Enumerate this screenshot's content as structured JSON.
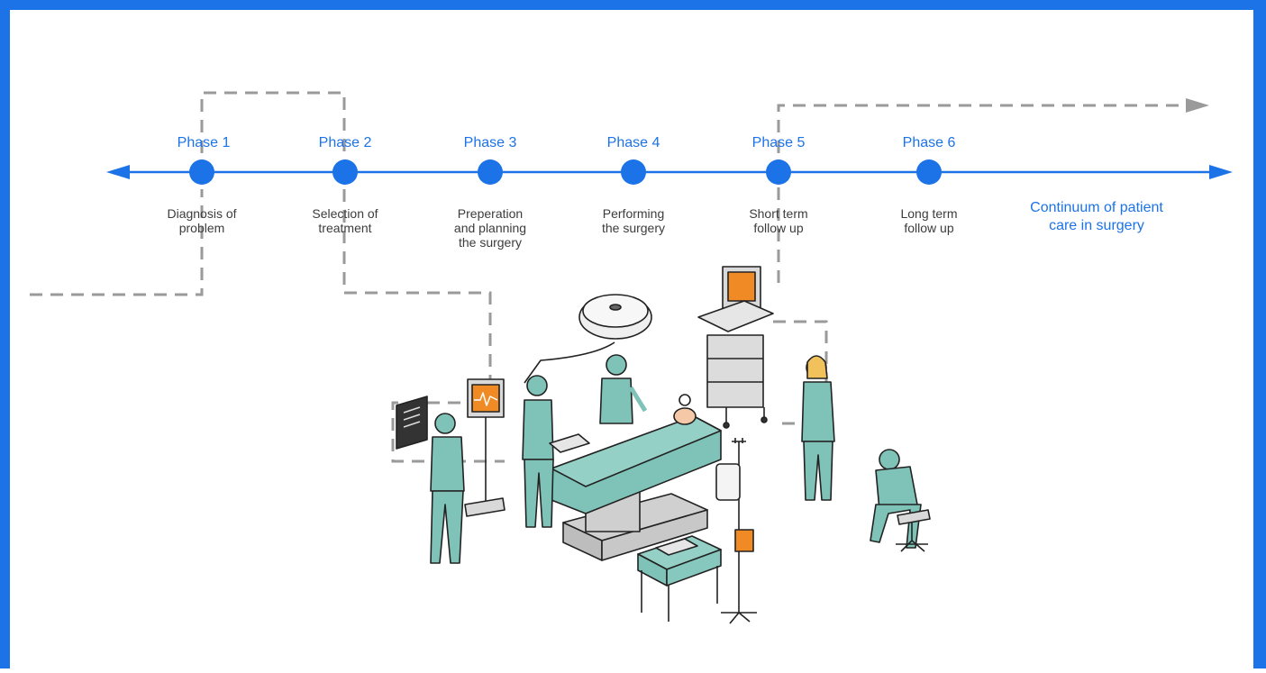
{
  "diagram": {
    "accent_color": "#1c73e8",
    "connector_color": "#9a9a9a",
    "scrub_color": "#7fc3b8",
    "highlight_color": "#f08a24",
    "phases": [
      {
        "label": "Phase 1",
        "description": "Diagnosis of\nproblem"
      },
      {
        "label": "Phase 2",
        "description": "Selection of\ntreatment"
      },
      {
        "label": "Phase 3",
        "description": "Preperation\nand planning\nthe surgery"
      },
      {
        "label": "Phase 4",
        "description": "Performing\nthe surgery"
      },
      {
        "label": "Phase 5",
        "description": "Short term\nfollow up"
      },
      {
        "label": "Phase 6",
        "description": "Long term\nfollow up"
      }
    ],
    "continuum_label": "Continuum of patient\ncare in surgery",
    "illustration": {
      "subject": "operating-room-illustration",
      "figures": [
        "radiologist-holding-xray",
        "vital-signs-monitor-stand",
        "surgeon-with-tray",
        "surgeon-at-table",
        "patient-on-operating-table",
        "surgical-lamp",
        "anesthesia-cart",
        "iv-drip-stand",
        "instrument-table",
        "nurse-standing",
        "seated-resting-surgeon"
      ]
    }
  }
}
